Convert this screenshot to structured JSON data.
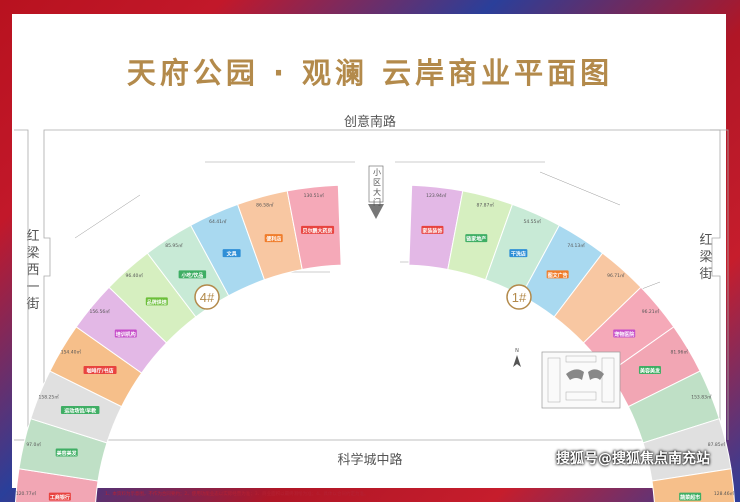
{
  "title": "天府公园 · 观澜  云岸商业平面图",
  "roads": {
    "top": "创意南路",
    "bottom": "科学城中路",
    "left": "红梁西一街",
    "right": "红梁街"
  },
  "gate": "小区大门",
  "buildings": {
    "left": "4#",
    "right": "1#"
  },
  "shops": [
    {
      "area": "120.77㎡",
      "label": "工商银行"
    },
    {
      "area": "97.0㎡",
      "label": "美容美发"
    },
    {
      "area": "158.25㎡",
      "label": "运动场馆/早教"
    },
    {
      "area": "154.40㎡",
      "label": "咖啡厅/书店"
    },
    {
      "area": "156.56㎡",
      "label": "培训机构"
    },
    {
      "area": "96.40㎡",
      "label": "品牌烘焙"
    },
    {
      "area": "85.95㎡",
      "label": "小吃/饮品"
    },
    {
      "area": "64.41㎡",
      "label": "文具"
    },
    {
      "area": "86.58㎡",
      "label": "便利店"
    },
    {
      "area": "130.51㎡",
      "label": "贝尔鹏大药房"
    },
    {
      "area": "123.94㎡",
      "label": "家装装饰"
    },
    {
      "area": "87.87㎡",
      "label": "链家地产"
    },
    {
      "area": "54.55㎡",
      "label": "干洗店"
    },
    {
      "area": "74.13㎡",
      "label": "图文广告"
    },
    {
      "area": "96.71㎡",
      "label": ""
    },
    {
      "area": "96.21㎡",
      "label": "宠物医院"
    },
    {
      "area": "81.96㎡",
      "label": "美容美发"
    },
    {
      "area": "153.83㎡",
      "label": ""
    },
    {
      "area": "87.85㎡",
      "label": ""
    },
    {
      "area": "128.46㎡",
      "label": "蔬菜超市"
    }
  ],
  "footnote": "1、本资料为示意图，不作为合同要约；2、使用功能业态以实际经营为准；3、商业面积以最终测绘为准；4、具体以合同约定为准。",
  "watermark": "搜狐号@搜狐焦点南充站"
}
